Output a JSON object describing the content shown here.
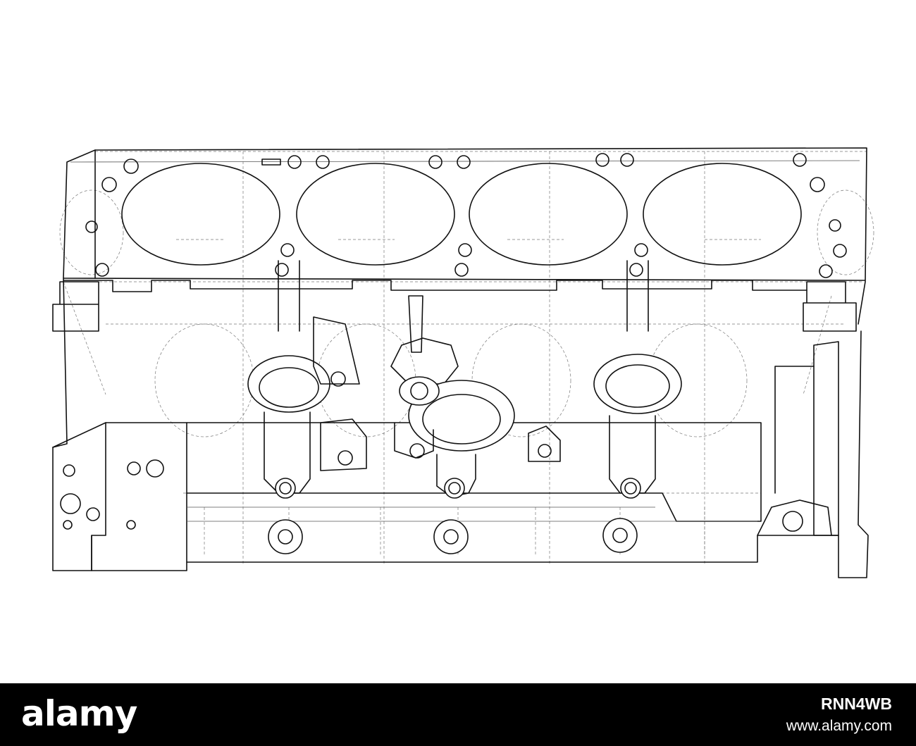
{
  "footer": {
    "brand": "alamy",
    "image_id": "RNN4WB",
    "url": "www.alamy.com"
  },
  "colors": {
    "line": "#111111",
    "background": "#ffffff",
    "footer_background": "#000000",
    "footer_text": "#ffffff"
  }
}
